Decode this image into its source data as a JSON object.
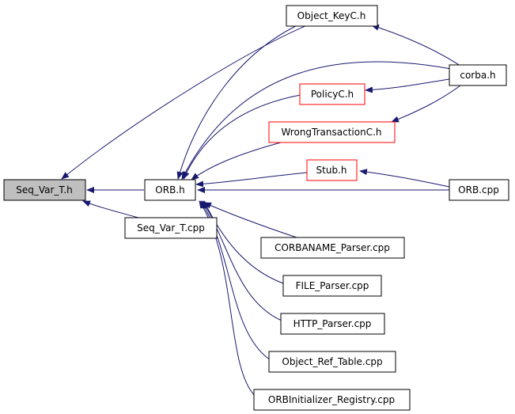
{
  "diagram": {
    "colors": {
      "edge": "#191970",
      "focus_fill": "#bfbfbf",
      "red_border": "#ff0000",
      "node_border": "#000000"
    },
    "nodes": {
      "seq_var_t_h": "Seq_Var_T.h",
      "orb_h": "ORB.h",
      "seq_var_t_cpp": "Seq_Var_T.cpp",
      "object_keyc_h": "Object_KeyC.h",
      "corba_h": "corba.h",
      "policyc_h": "PolicyC.h",
      "wrongtransactionc_h": "WrongTransactionC.h",
      "stub_h": "Stub.h",
      "orb_cpp": "ORB.cpp",
      "corbaname_parser_cpp": "CORBANAME_Parser.cpp",
      "file_parser_cpp": "FILE_Parser.cpp",
      "http_parser_cpp": "HTTP_Parser.cpp",
      "object_ref_table_cpp": "Object_Ref_Table.cpp",
      "orbinitializer_registry_cpp": "ORBInitializer_Registry.cpp"
    }
  }
}
